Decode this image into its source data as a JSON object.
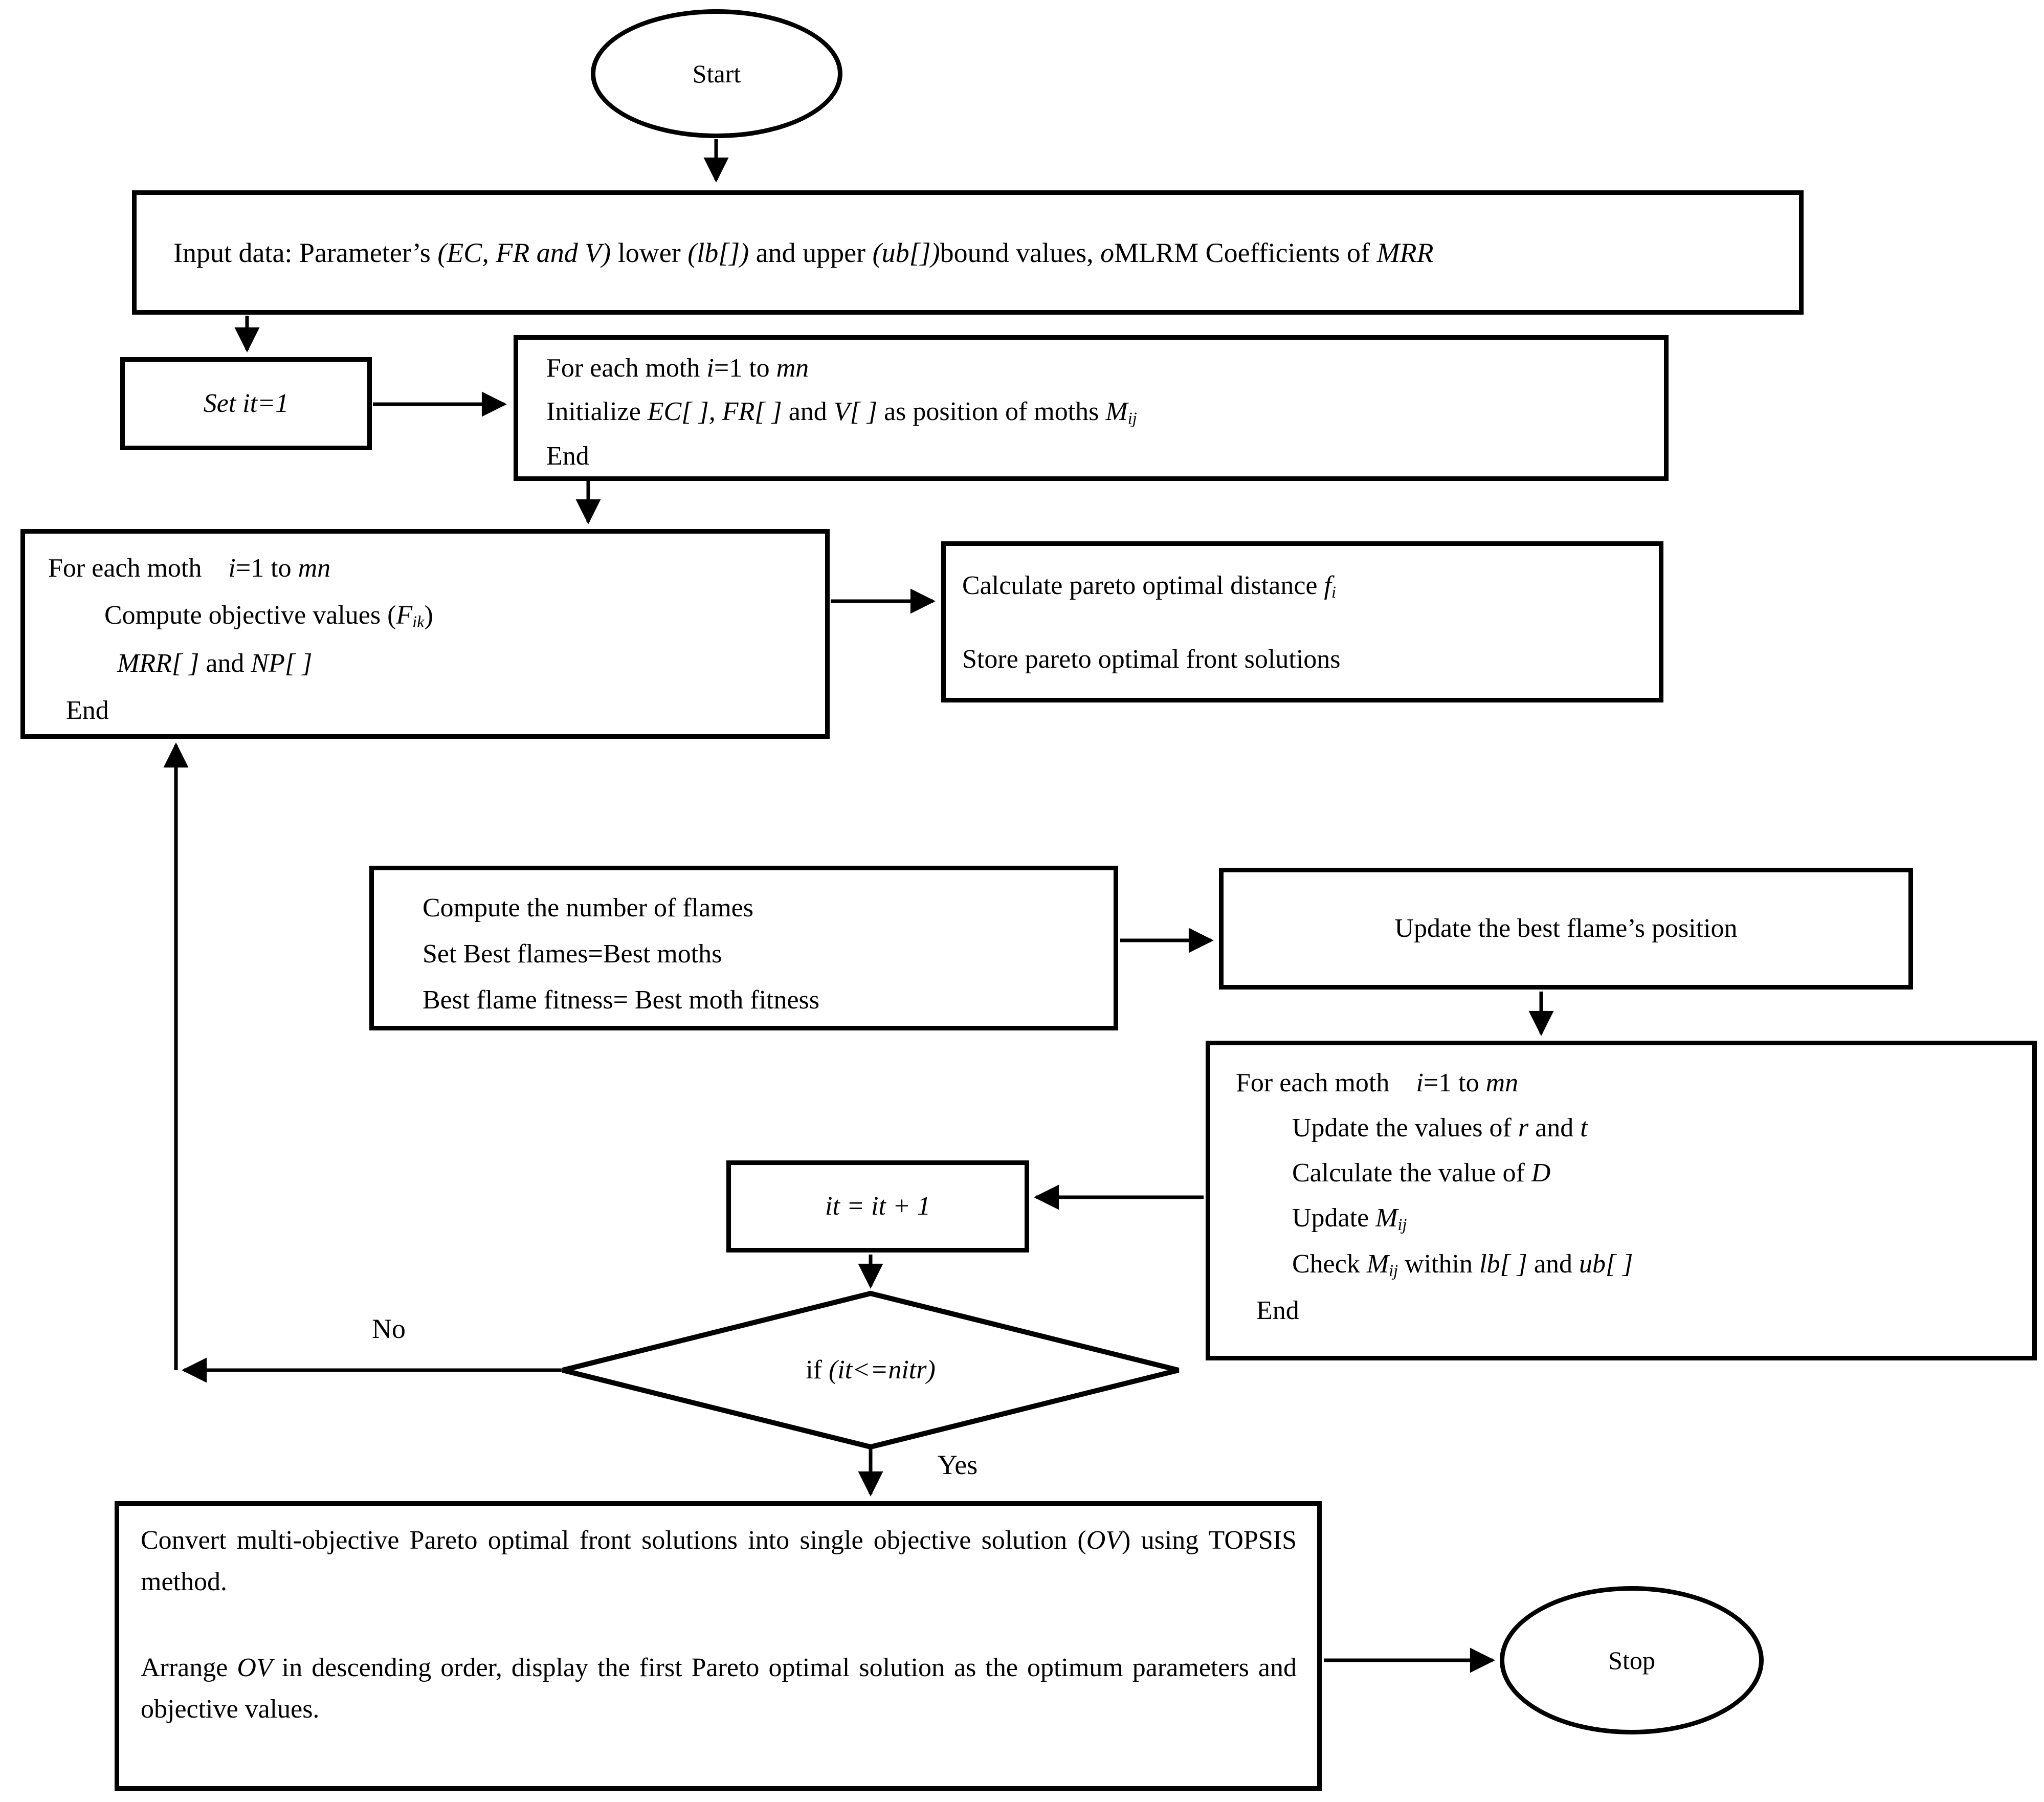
{
  "diagram": {
    "colors": {
      "stroke": "#000000",
      "background": "#ffffff"
    },
    "nodes": {
      "start": {
        "label": "Start"
      },
      "stop": {
        "label": "Stop"
      },
      "input": {
        "segments": [
          {
            "t": "Input data: Parameter’s "
          },
          {
            "t": "(EC, FR and V)",
            "i": true
          },
          {
            "t": " lower "
          },
          {
            "t": "(lb[])",
            "i": true
          },
          {
            "t": " and upper "
          },
          {
            "t": "(ub[])",
            "i": true
          },
          {
            "t": "bound values, "
          },
          {
            "t": "o",
            "i": true
          },
          {
            "t": "MLRM Coefficients of "
          },
          {
            "t": "MRR",
            "i": true
          }
        ]
      },
      "set_it": {
        "segments": [
          {
            "t": "Set it=1",
            "i": true
          }
        ]
      },
      "init_loop": {
        "lines": [
          {
            "ind": 0,
            "segs": [
              {
                "t": "For each moth "
              },
              {
                "t": "i",
                "i": true
              },
              {
                "t": "=1 to "
              },
              {
                "t": "mn",
                "i": true
              }
            ]
          },
          {
            "ind": 0,
            "segs": [
              {
                "t": "Initialize "
              },
              {
                "t": "EC[ ], FR[ ]",
                "i": true
              },
              {
                "t": " and "
              },
              {
                "t": "V[ ]",
                "i": true
              },
              {
                "t": " as position of moths "
              },
              {
                "t": "M",
                "i": true
              },
              {
                "t": "ij",
                "i": true,
                "sub": true
              }
            ]
          },
          {
            "ind": 0,
            "segs": [
              {
                "t": "End"
              }
            ]
          }
        ]
      },
      "objective_loop": {
        "lines": [
          {
            "ind": 0,
            "segs": [
              {
                "t": "For each moth    "
              },
              {
                "t": "i",
                "i": true
              },
              {
                "t": "=1 to "
              },
              {
                "t": "mn",
                "i": true
              }
            ]
          },
          {
            "ind": 110,
            "segs": [
              {
                "t": "Compute objective values ("
              },
              {
                "t": "F",
                "i": true
              },
              {
                "t": "ik",
                "i": true,
                "sub": true
              },
              {
                "t": ")"
              }
            ]
          },
          {
            "ind": 135,
            "segs": [
              {
                "t": "MRR[ ]",
                "i": true
              },
              {
                "t": " and "
              },
              {
                "t": "NP[ ]",
                "i": true
              }
            ]
          },
          {
            "ind": 35,
            "segs": [
              {
                "t": "End"
              }
            ]
          }
        ]
      },
      "pareto": {
        "lines": [
          {
            "ind": 0,
            "segs": [
              {
                "t": "Calculate pareto optimal distance "
              },
              {
                "t": "f",
                "i": true
              },
              {
                "t": "i",
                "i": true,
                "sub": true
              }
            ]
          },
          {
            "ind": 0,
            "segs": [
              {
                "t": "Store pareto optimal front solutions"
              }
            ]
          }
        ]
      },
      "flames": {
        "lines": [
          {
            "ind": 0,
            "segs": [
              {
                "t": "Compute the number of flames"
              }
            ]
          },
          {
            "ind": 0,
            "segs": [
              {
                "t": "Set Best flames=Best moths"
              }
            ]
          },
          {
            "ind": 0,
            "segs": [
              {
                "t": "Best flame fitness= Best moth fitness"
              }
            ]
          }
        ]
      },
      "update_flame": {
        "segments": [
          {
            "t": "Update the best flame’s position"
          }
        ]
      },
      "moth_update_loop": {
        "lines": [
          {
            "ind": 0,
            "segs": [
              {
                "t": "For each moth    "
              },
              {
                "t": "i",
                "i": true
              },
              {
                "t": "=1 to "
              },
              {
                "t": "mn",
                "i": true
              }
            ]
          },
          {
            "ind": 110,
            "segs": [
              {
                "t": "Update the values of "
              },
              {
                "t": "r",
                "i": true
              },
              {
                "t": " and "
              },
              {
                "t": "t",
                "i": true
              }
            ]
          },
          {
            "ind": 110,
            "segs": [
              {
                "t": "Calculate the value of "
              },
              {
                "t": "D",
                "i": true
              }
            ]
          },
          {
            "ind": 110,
            "segs": [
              {
                "t": "Update "
              },
              {
                "t": "M",
                "i": true
              },
              {
                "t": "ij",
                "i": true,
                "sub": true
              }
            ]
          },
          {
            "ind": 110,
            "segs": [
              {
                "t": "Check "
              },
              {
                "t": "M",
                "i": true
              },
              {
                "t": "ij",
                "i": true,
                "sub": true
              },
              {
                "t": " within "
              },
              {
                "t": "lb[ ]",
                "i": true
              },
              {
                "t": " and "
              },
              {
                "t": "ub[ ]",
                "i": true
              }
            ]
          },
          {
            "ind": 40,
            "segs": [
              {
                "t": "End"
              }
            ]
          }
        ]
      },
      "increment": {
        "segments": [
          {
            "t": "it = it + 1",
            "i": true
          }
        ]
      },
      "decision": {
        "segments": [
          {
            "t": "if "
          },
          {
            "t": "(it<=nitr)",
            "i": true
          }
        ]
      },
      "convert": {
        "paragraphs": [
          [
            {
              "t": "Convert multi-objective Pareto optimal front solutions into single objective solution ("
            },
            {
              "t": "OV",
              "i": true
            },
            {
              "t": ") using TOPSIS method."
            }
          ],
          [
            {
              "t": "Arrange "
            },
            {
              "t": "OV",
              "i": true
            },
            {
              "t": " in descending order, display the first Pareto optimal solution as the optimum parameters and objective values."
            }
          ]
        ]
      }
    },
    "edge_labels": {
      "no": "No",
      "yes": "Yes"
    }
  }
}
